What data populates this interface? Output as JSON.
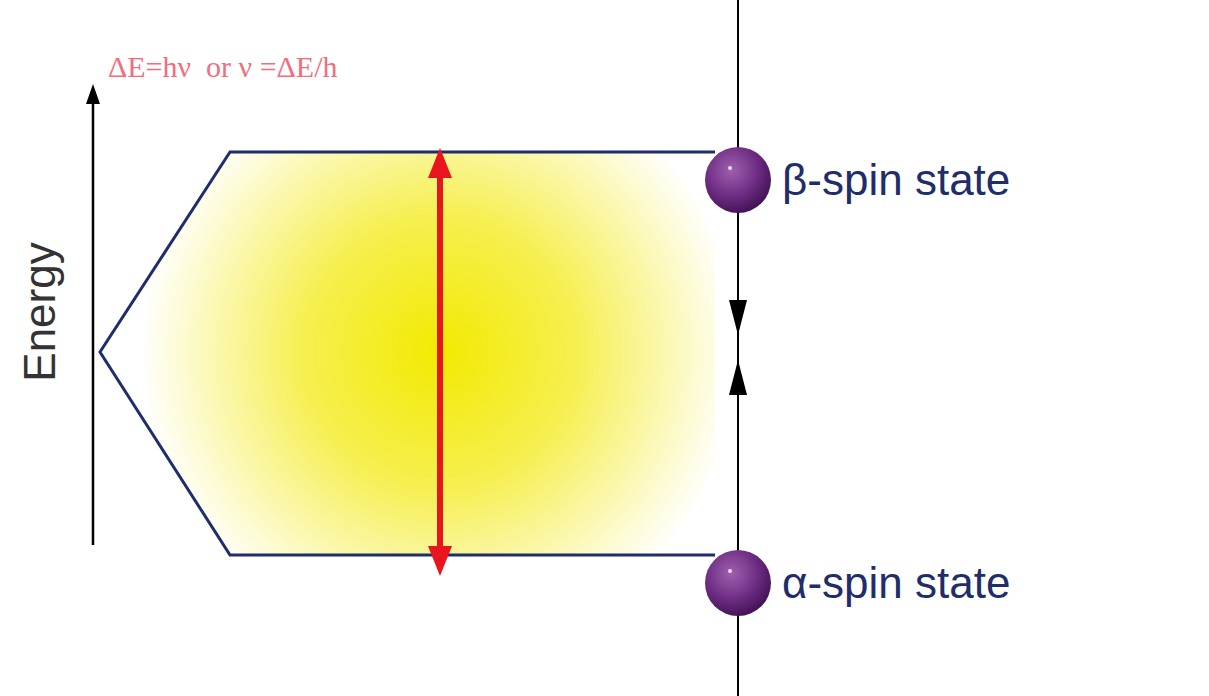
{
  "diagram": {
    "labels": [
      "ΔE=hν  or ν =ΔE/h",
      "Energy",
      "β-spin state",
      "α-spin state"
    ]
  }
}
